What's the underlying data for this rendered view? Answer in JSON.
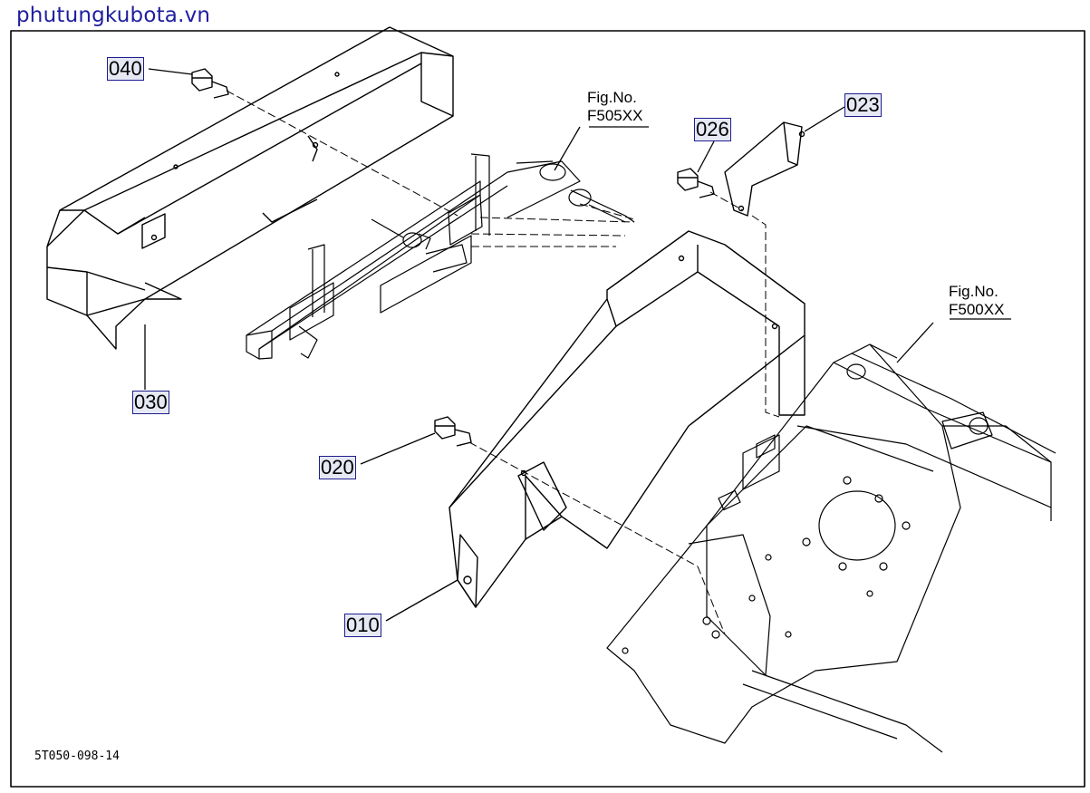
{
  "header": {
    "site_name": "phutungkubota.vn"
  },
  "callouts": {
    "c040": "040",
    "c030": "030",
    "c026": "026",
    "c023": "023",
    "c020": "020",
    "c010": "010"
  },
  "figure_refs": {
    "f505": {
      "line1": "Fig.No.",
      "line2": "F505XX"
    },
    "f500": {
      "line1": "Fig.No.",
      "line2": "F500XX"
    }
  },
  "footer": {
    "drawing_code": "5T050-098-14"
  },
  "colors": {
    "callout_fill": "#e6e8f4",
    "callout_border": "#1e1e8c",
    "title": "#1e1ea0"
  }
}
